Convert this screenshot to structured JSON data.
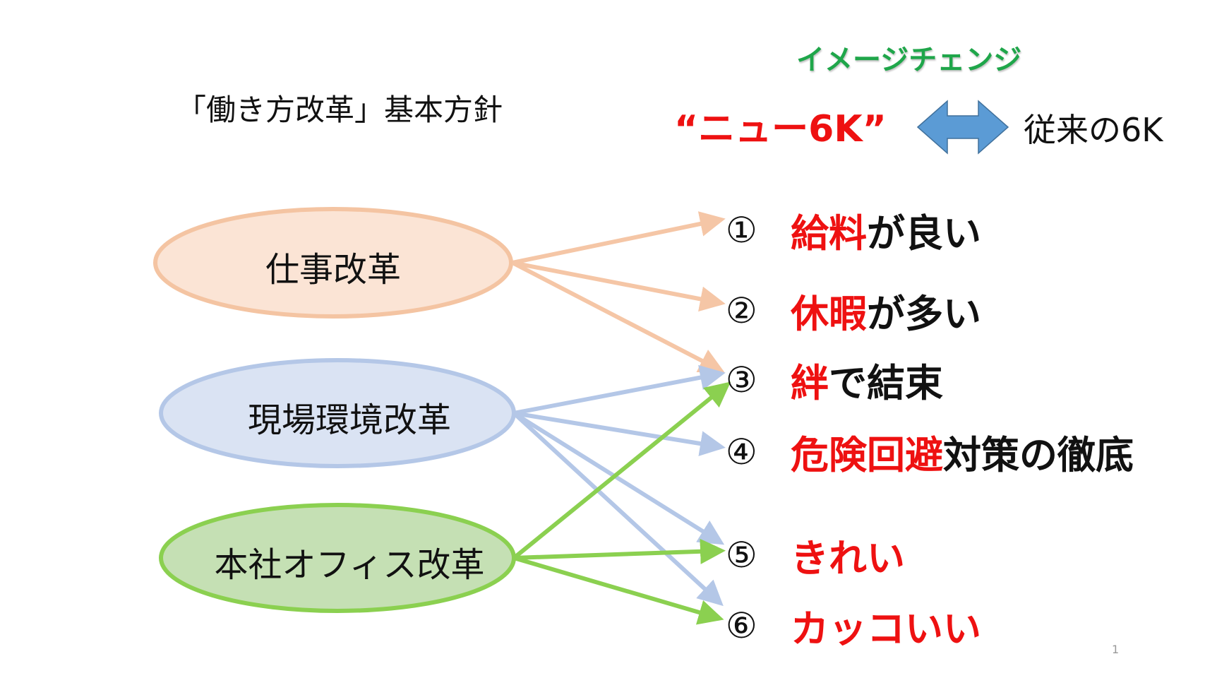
{
  "slide": {
    "title": "「働き方改革」基本方針",
    "image_change_label": "イメージチェンジ",
    "new_6k_label": "“ニュー6K”",
    "old_6k_label": "従来の6K",
    "page_number": "1"
  },
  "colors": {
    "work_reform": {
      "fill": "#fbe4d5",
      "stroke": "#f4c4a2",
      "arrow": "#f5c6a6"
    },
    "site_reform": {
      "fill": "#dae3f3",
      "stroke": "#b4c7e7",
      "arrow": "#b4c7e7"
    },
    "office_reform": {
      "fill": "#c5e0b4",
      "stroke": "#8bd050",
      "arrow": "#8bd050"
    },
    "double_arrow": "#5b9bd5",
    "highlight_red": "#ee1111",
    "green_heading": "#1fa64a"
  },
  "sources": [
    {
      "id": "work",
      "label": "仕事改革",
      "targets": [
        1,
        2,
        3
      ]
    },
    {
      "id": "site",
      "label": "現場環境改革",
      "targets": [
        3,
        4,
        5,
        6
      ]
    },
    {
      "id": "office",
      "label": "本社オフィス改革",
      "targets": [
        3,
        5,
        6
      ]
    }
  ],
  "items": [
    {
      "num": "①",
      "highlight": "給料",
      "rest": "が良い"
    },
    {
      "num": "②",
      "highlight": "休暇",
      "rest": "が多い"
    },
    {
      "num": "③",
      "highlight": "絆",
      "rest": "で結束"
    },
    {
      "num": "④",
      "highlight": "危険回避",
      "rest": "対策の徹底"
    },
    {
      "num": "⑤",
      "highlight": "きれい",
      "rest": ""
    },
    {
      "num": "⑥",
      "highlight": "カッコいい",
      "rest": ""
    }
  ]
}
